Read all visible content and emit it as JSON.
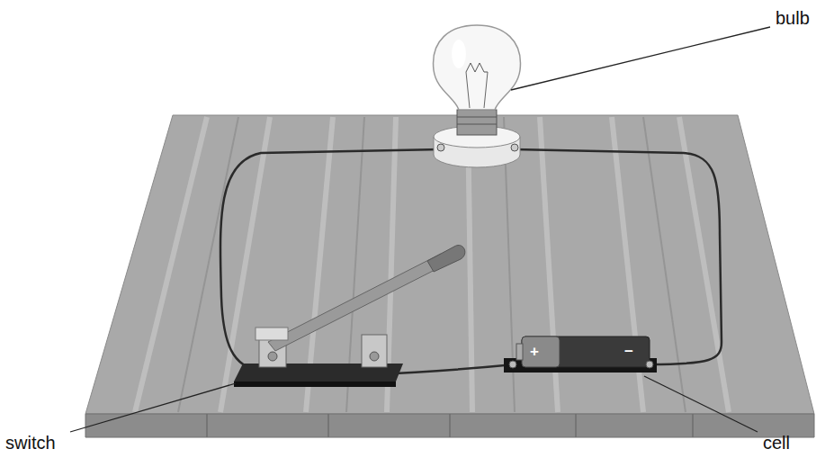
{
  "diagram": {
    "labels": [
      "bulb",
      "switch",
      "cell",
      "+",
      "−"
    ]
  }
}
